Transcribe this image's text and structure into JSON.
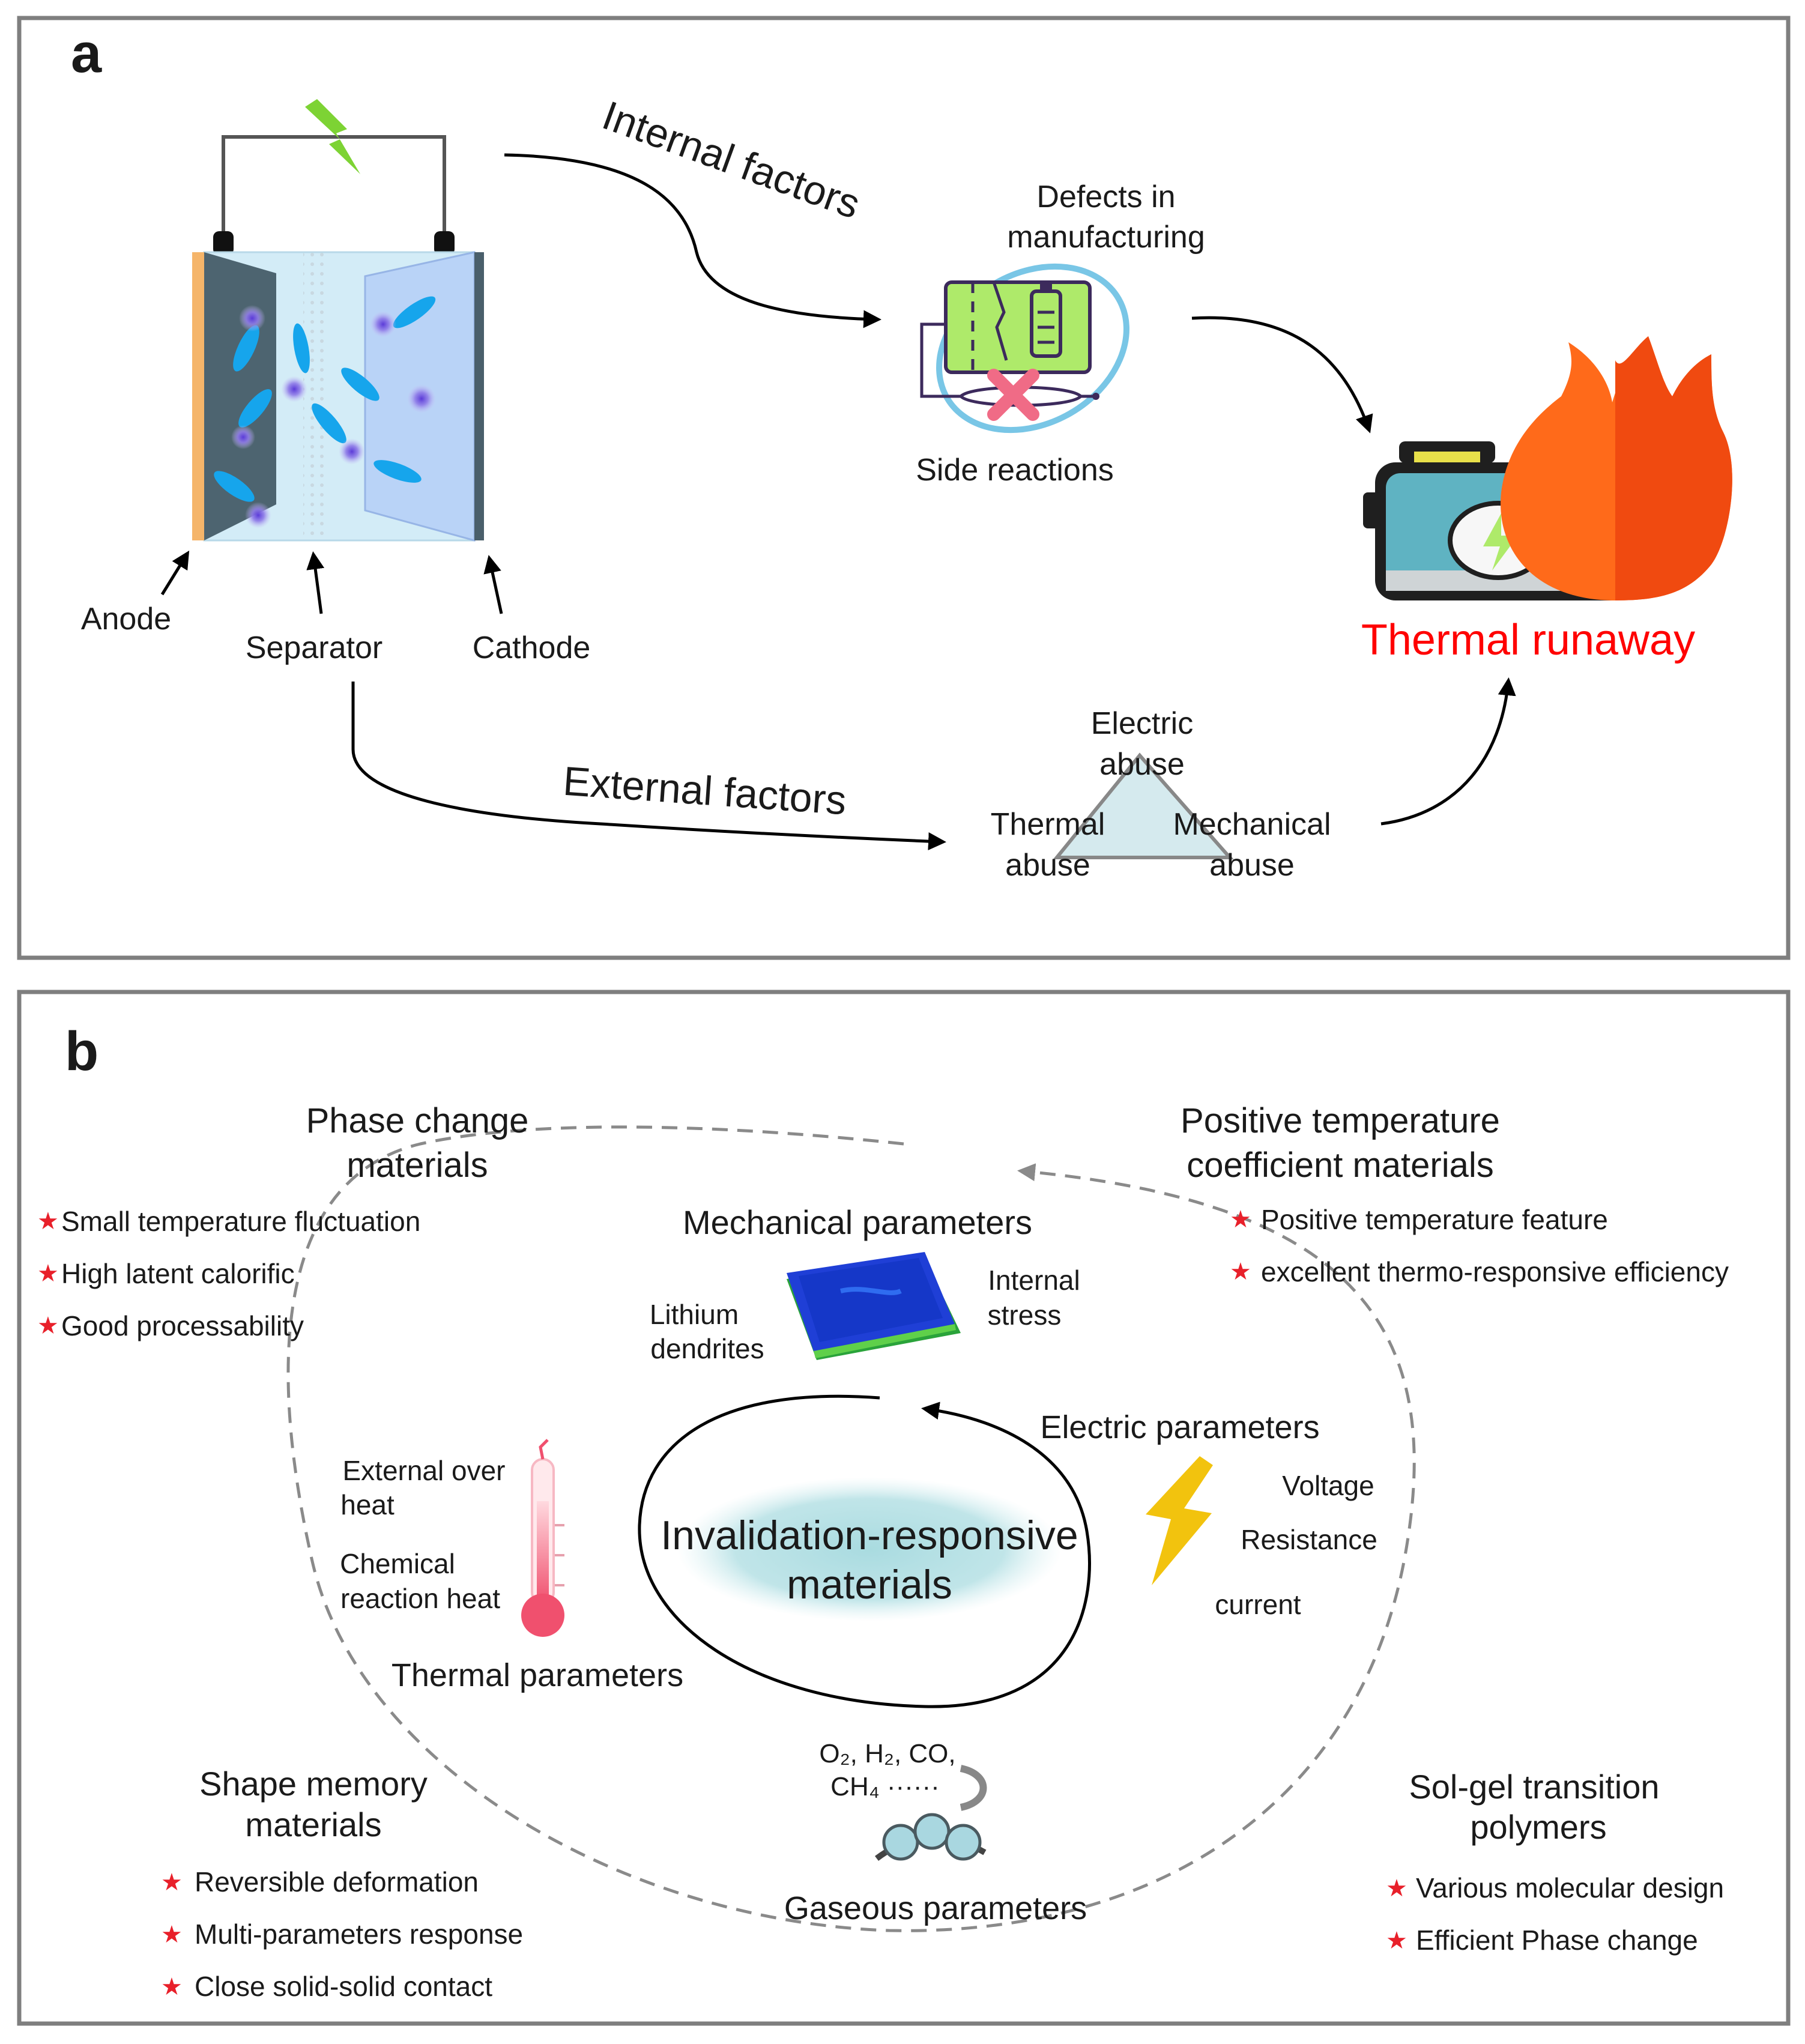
{
  "panel_a": {
    "letter": "a",
    "battery": {
      "anode_label": "Anode",
      "separator_label": "Separator",
      "cathode_label": "Cathode"
    },
    "internal_factors_label": "Internal factors",
    "external_factors_label": "External factors",
    "defects_line1": "Defects in",
    "defects_line2": "manufacturing",
    "side_reactions_label": "Side reactions",
    "thermal_runaway_label": "Thermal runaway",
    "abuse_triangle": {
      "electric_line1": "Electric",
      "electric_line2": "abuse",
      "thermal_line1": "Thermal",
      "thermal_line2": "abuse",
      "mechanical_line1": "Mechanical",
      "mechanical_line2": "abuse"
    }
  },
  "panel_b": {
    "letter": "b",
    "center_line1": "Invalidation-responsive",
    "center_line2": "materials",
    "phase_change": {
      "title_line1": "Phase change",
      "title_line2": "materials",
      "items": [
        "Small temperature fluctuation",
        "High latent calorific",
        "Good processability"
      ]
    },
    "ptc": {
      "title_line1": "Positive temperature",
      "title_line2": "coefficient materials",
      "items": [
        "Positive temperature feature",
        "excellent thermo-responsive efficiency"
      ]
    },
    "shape_memory": {
      "title_line1": "Shape memory",
      "title_line2": "materials",
      "items": [
        "Reversible deformation",
        "Multi-parameters response",
        "Close solid-solid contact"
      ]
    },
    "sol_gel": {
      "title_line1": "Sol-gel transition",
      "title_line2": "polymers",
      "items": [
        "Various molecular design",
        "Efficient Phase change"
      ]
    },
    "mechanical": {
      "title": "Mechanical parameters",
      "lithium_line1": "Lithium",
      "lithium_line2": "dendrites",
      "stress_line1": "Internal",
      "stress_line2": "stress"
    },
    "electric": {
      "title": "Electric parameters",
      "voltage": "Voltage",
      "resistance": "Resistance",
      "current": "current"
    },
    "thermal": {
      "title": "Thermal parameters",
      "ext_line1": "External over",
      "ext_line2": "heat",
      "chem_line1": "Chemical",
      "chem_line2": "reaction heat"
    },
    "gaseous": {
      "title": "Gaseous parameters",
      "gas_line1": "O₂, H₂, CO,",
      "gas_line2": "CH₄ ······"
    }
  },
  "colors": {
    "thermal_runaway_text": "#ff0000",
    "flame_left": "#ff6a1a",
    "flame_right": "#f04a10",
    "battery_green": "#aeea6a",
    "separator_blue": "#cfe9f7",
    "ion_blue": "#16a5ec",
    "star_red": "#e8202a",
    "center_glow": "#a9dbe0"
  }
}
